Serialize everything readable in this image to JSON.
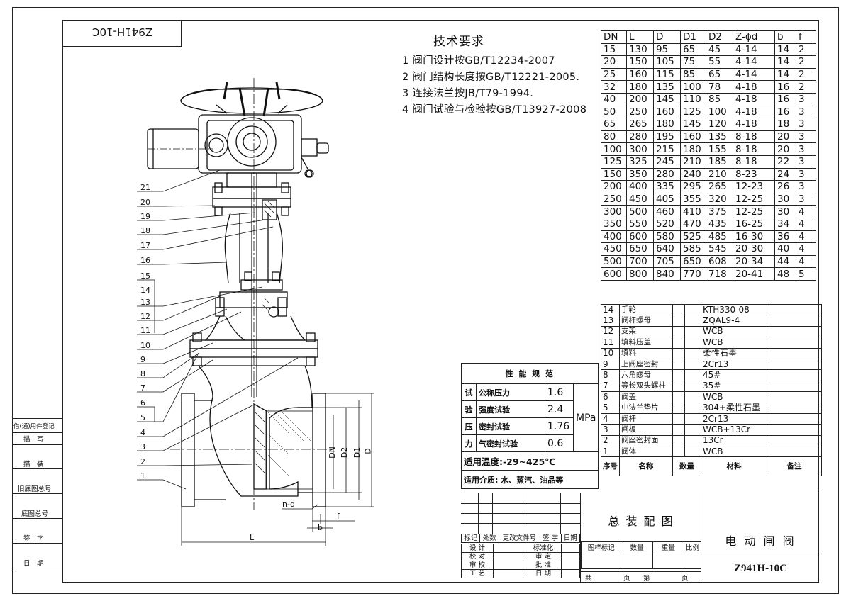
{
  "drawing_code_rotated": "Z941H-10C",
  "tech_requirements": {
    "title": "技术要求",
    "items": [
      "1 阀门设计按GB/T12234-2007",
      "2 阀门结构长度按GB/T12221-2005.",
      "3 连接法兰按JB/T79-1994.",
      "4 阀门试验与检验按GB/T13927-2008"
    ]
  },
  "dimension_table": {
    "headers": [
      "DN",
      "L",
      "D",
      "D1",
      "D2",
      "Z-ϕd",
      "b",
      "f"
    ],
    "rows": [
      [
        "15",
        "130",
        "95",
        "65",
        "45",
        "4-14",
        "14",
        "2"
      ],
      [
        "20",
        "150",
        "105",
        "75",
        "55",
        "4-14",
        "14",
        "2"
      ],
      [
        "25",
        "160",
        "115",
        "85",
        "65",
        "4-14",
        "14",
        "2"
      ],
      [
        "32",
        "180",
        "135",
        "100",
        "78",
        "4-18",
        "16",
        "2"
      ],
      [
        "40",
        "200",
        "145",
        "110",
        "85",
        "4-18",
        "16",
        "3"
      ],
      [
        "50",
        "250",
        "160",
        "125",
        "100",
        "4-18",
        "16",
        "3"
      ],
      [
        "65",
        "265",
        "180",
        "145",
        "120",
        "4-18",
        "18",
        "3"
      ],
      [
        "80",
        "280",
        "195",
        "160",
        "135",
        "8-18",
        "20",
        "3"
      ],
      [
        "100",
        "300",
        "215",
        "180",
        "155",
        "8-18",
        "20",
        "3"
      ],
      [
        "125",
        "325",
        "245",
        "210",
        "185",
        "8-18",
        "22",
        "3"
      ],
      [
        "150",
        "350",
        "280",
        "240",
        "210",
        "8-23",
        "24",
        "3"
      ],
      [
        "200",
        "400",
        "335",
        "295",
        "265",
        "12-23",
        "26",
        "3"
      ],
      [
        "250",
        "450",
        "405",
        "355",
        "320",
        "12-25",
        "30",
        "3"
      ],
      [
        "300",
        "500",
        "460",
        "410",
        "375",
        "12-25",
        "30",
        "4"
      ],
      [
        "350",
        "550",
        "520",
        "470",
        "435",
        "16-25",
        "34",
        "4"
      ],
      [
        "400",
        "600",
        "580",
        "525",
        "485",
        "16-30",
        "36",
        "4"
      ],
      [
        "450",
        "650",
        "640",
        "585",
        "545",
        "20-30",
        "40",
        "4"
      ],
      [
        "500",
        "700",
        "705",
        "650",
        "608",
        "20-34",
        "44",
        "4"
      ],
      [
        "600",
        "800",
        "840",
        "770",
        "718",
        "20-41",
        "48",
        "5"
      ]
    ]
  },
  "parts_list": {
    "rows": [
      [
        "14",
        "手轮",
        "",
        "KTH330-08",
        ""
      ],
      [
        "13",
        "阀杆螺母",
        "",
        "ZQAL9-4",
        ""
      ],
      [
        "12",
        "支架",
        "",
        "WCB",
        ""
      ],
      [
        "11",
        "填料压盖",
        "",
        "WCB",
        ""
      ],
      [
        "10",
        "填料",
        "",
        "柔性石墨",
        ""
      ],
      [
        "9",
        "上阀座密封",
        "",
        "2Cr13",
        ""
      ],
      [
        "8",
        "六角螺母",
        "",
        "45#",
        ""
      ],
      [
        "7",
        "等长双头螺柱",
        "",
        "35#",
        ""
      ],
      [
        "6",
        "阀盖",
        "",
        "WCB",
        ""
      ],
      [
        "5",
        "中法兰垫片",
        "",
        "304+柔性石墨",
        ""
      ],
      [
        "4",
        "阀杆",
        "",
        "2Cr13",
        ""
      ],
      [
        "3",
        "闸板",
        "",
        "WCB+13Cr",
        ""
      ],
      [
        "2",
        "阀座密封面",
        "",
        "13Cr",
        ""
      ],
      [
        "1",
        "阀体",
        "",
        "WCB",
        ""
      ]
    ],
    "header": [
      "序号",
      "名称",
      "数量",
      "材料",
      "备注"
    ]
  },
  "performance": {
    "title": "性 能 规 范",
    "side": [
      "试",
      "验",
      "压",
      "力"
    ],
    "rows": [
      {
        "label": "公称压力",
        "value": "1.6"
      },
      {
        "label": "强度试验",
        "value": "2.4"
      },
      {
        "label": "密封试验",
        "value": "1.76"
      },
      {
        "label": "气密封试验",
        "value": "0.6"
      }
    ],
    "unit": "MPa",
    "temperature": "适用温度:-29~425℃",
    "medium": "适用介质: 水、蒸汽、油品等"
  },
  "title_block": {
    "assembly": "总 装 配 图",
    "product": "电 动 闸 阀",
    "model": "Z941H-10C",
    "rev_header": [
      "标记",
      "处数",
      "更改文件号",
      "签 字",
      "日期"
    ],
    "sign_rows": [
      [
        "设 计",
        "标准化"
      ],
      [
        "校 对",
        "审 定"
      ],
      [
        "审 校",
        "批 准"
      ],
      [
        "工 艺",
        "日 期"
      ]
    ],
    "mark_header": [
      "图样标记",
      "数量",
      "重量",
      "比例"
    ],
    "page_line": [
      "共",
      "页",
      "第",
      "页"
    ]
  },
  "side_block": [
    "借(通)用件登记",
    "描　写",
    "描　装",
    "旧底图总号",
    "底图总号",
    "签　字",
    "日　期"
  ],
  "balloons": [
    "21",
    "20",
    "19",
    "18",
    "17",
    "16",
    "15",
    "14",
    "13",
    "12",
    "11",
    "10",
    "9",
    "8",
    "7",
    "6",
    "5",
    "4",
    "3",
    "2",
    "1"
  ],
  "dims": {
    "dn": "DN",
    "d2": "D2",
    "d1": "D1",
    "d": "D",
    "l": "L",
    "b": "b",
    "f": "f",
    "nd": "n-d"
  }
}
